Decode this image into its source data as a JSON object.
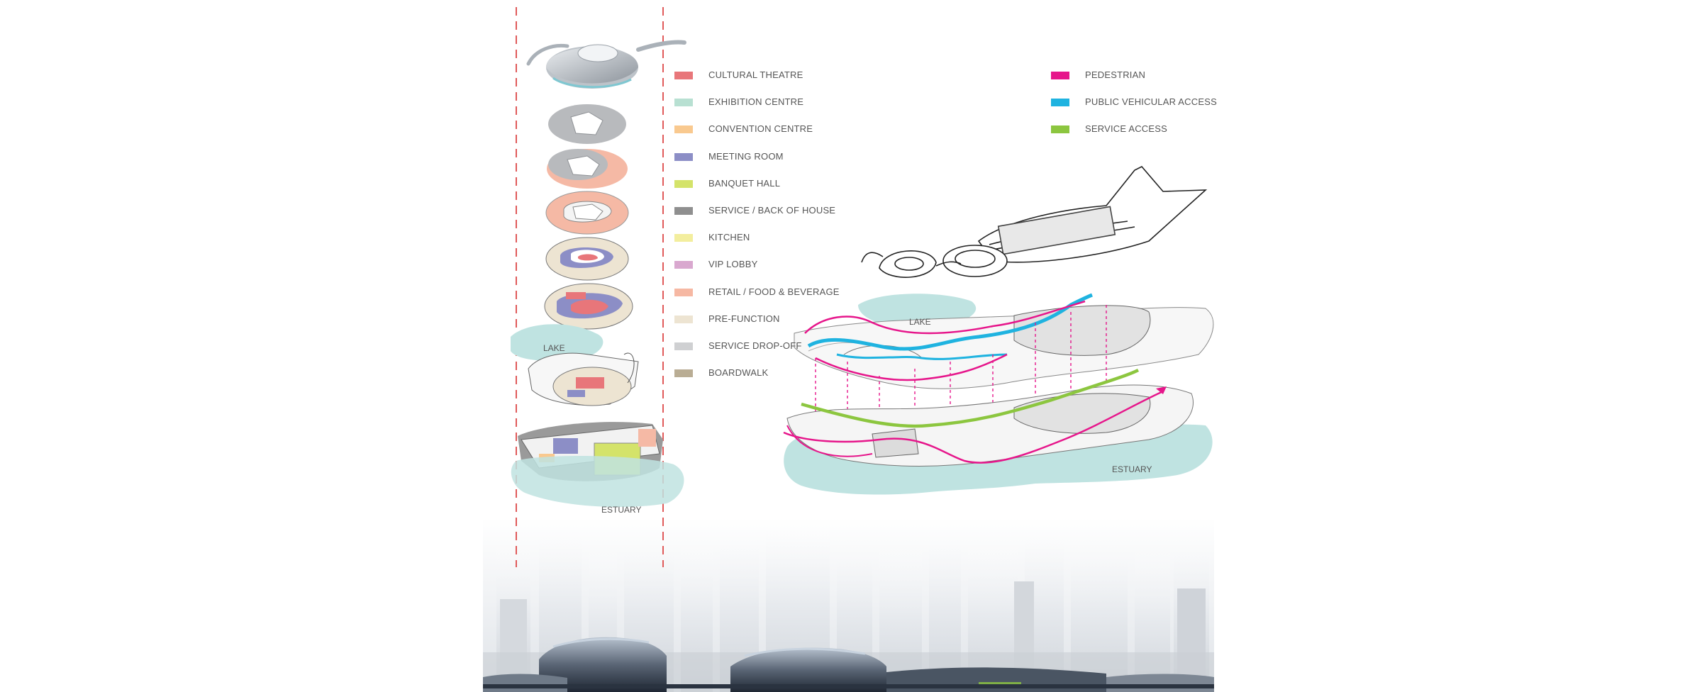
{
  "legend_program": [
    {
      "label": "CULTURAL THEATRE",
      "color": "#e8767a"
    },
    {
      "label": "EXHIBITION CENTRE",
      "color": "#b8e0d2"
    },
    {
      "label": "CONVENTION CENTRE",
      "color": "#f9c98f"
    },
    {
      "label": "MEETING ROOM",
      "color": "#8c8ec6"
    },
    {
      "label": "BANQUET HALL",
      "color": "#d4e36a"
    },
    {
      "label": "SERVICE / BACK OF HOUSE",
      "color": "#8f8f8f"
    },
    {
      "label": "KITCHEN",
      "color": "#f3ee9e"
    },
    {
      "label": "VIP LOBBY",
      "color": "#d9a8cf"
    },
    {
      "label": "RETAIL / FOOD & BEVERAGE",
      "color": "#f6b8a3"
    },
    {
      "label": "PRE-FUNCTION",
      "color": "#ede4d2"
    },
    {
      "label": "SERVICE DROP-OFF",
      "color": "#cfd0d2"
    },
    {
      "label": "BOARDWALK",
      "color": "#b9ad94"
    }
  ],
  "legend_access": [
    {
      "label": "PEDESTRIAN",
      "color": "#e6168b"
    },
    {
      "label": "PUBLIC VEHICULAR ACCESS",
      "color": "#1fb3e0"
    },
    {
      "label": "SERVICE ACCESS",
      "color": "#8cc63f"
    }
  ],
  "map_labels": {
    "lake_left": "LAKE",
    "estuary_left": "ESTUARY",
    "lake_right": "LAKE",
    "estuary_right": "ESTUARY"
  },
  "colors": {
    "water": "#bfe3e1",
    "section_line": "#e05a5a"
  }
}
